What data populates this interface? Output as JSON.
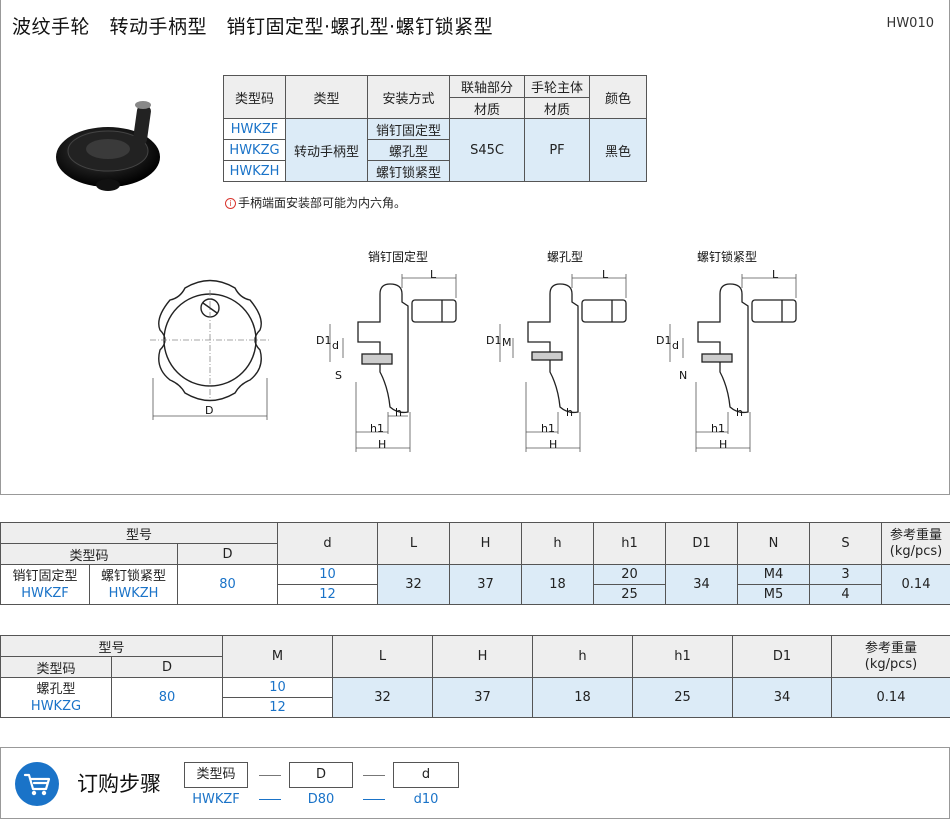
{
  "header": {
    "title": "波纹手轮　转动手柄型　销钉固定型·螺孔型·螺钉锁紧型",
    "code": "HW010"
  },
  "spec_table": {
    "headers": {
      "type_code": "类型码",
      "type": "类型",
      "install": "安装方式",
      "shaft": "联轴部分",
      "shaft_material": "材质",
      "body": "手轮主体",
      "body_material": "材质",
      "color": "颜色"
    },
    "codes": [
      "HWKZF",
      "HWKZG",
      "HWKZH"
    ],
    "type_value": "转动手柄型",
    "installs": [
      "销钉固定型",
      "螺孔型",
      "螺钉锁紧型"
    ],
    "shaft_material_value": "S45C",
    "body_material_value": "PF",
    "color_value": "黑色"
  },
  "note": "手柄端面安装部可能为内六角。",
  "drawings": {
    "titles": [
      "销钉固定型",
      "螺孔型",
      "螺钉锁紧型"
    ],
    "labels": {
      "D": "D",
      "L": "L",
      "D1": "D1",
      "d": "d",
      "M": "M",
      "S": "S",
      "N": "N",
      "h": "h",
      "h1": "h1",
      "H": "H"
    }
  },
  "table1": {
    "model": "型号",
    "type_code": "类型码",
    "D": "D",
    "cols": [
      "d",
      "L",
      "H",
      "h",
      "h1",
      "D1",
      "N",
      "S"
    ],
    "weight": "参考重量\n(kg/pcs)",
    "weight_l1": "参考重量",
    "weight_l2": "(kg/pcs)",
    "type_a": "销钉固定型",
    "code_a": "HWKZF",
    "type_b": "螺钉锁紧型",
    "code_b": "HWKZH",
    "D_val": "80",
    "d_vals": [
      "10",
      "12"
    ],
    "L": "32",
    "H": "37",
    "h": "18",
    "h1_vals": [
      "20",
      "25"
    ],
    "D1": "34",
    "N_vals": [
      "M4",
      "M5"
    ],
    "S_vals": [
      "3",
      "4"
    ],
    "weight_val": "0.14"
  },
  "table2": {
    "model": "型号",
    "type_code": "类型码",
    "D": "D",
    "cols": [
      "M",
      "L",
      "H",
      "h",
      "h1",
      "D1"
    ],
    "weight_l1": "参考重量",
    "weight_l2": "(kg/pcs)",
    "type": "螺孔型",
    "code": "HWKZG",
    "D_val": "80",
    "M_vals": [
      "10",
      "12"
    ],
    "L": "32",
    "H": "37",
    "h": "18",
    "h1": "25",
    "D1": "34",
    "weight_val": "0.14"
  },
  "order": {
    "title": "订购步骤",
    "boxes": [
      "类型码",
      "D",
      "d"
    ],
    "values": [
      "HWKZF",
      "D80",
      "d10"
    ]
  },
  "colors": {
    "accent": "#1a73c8",
    "light_blue": "#dcebf7",
    "header_gray": "#eeeeee"
  }
}
